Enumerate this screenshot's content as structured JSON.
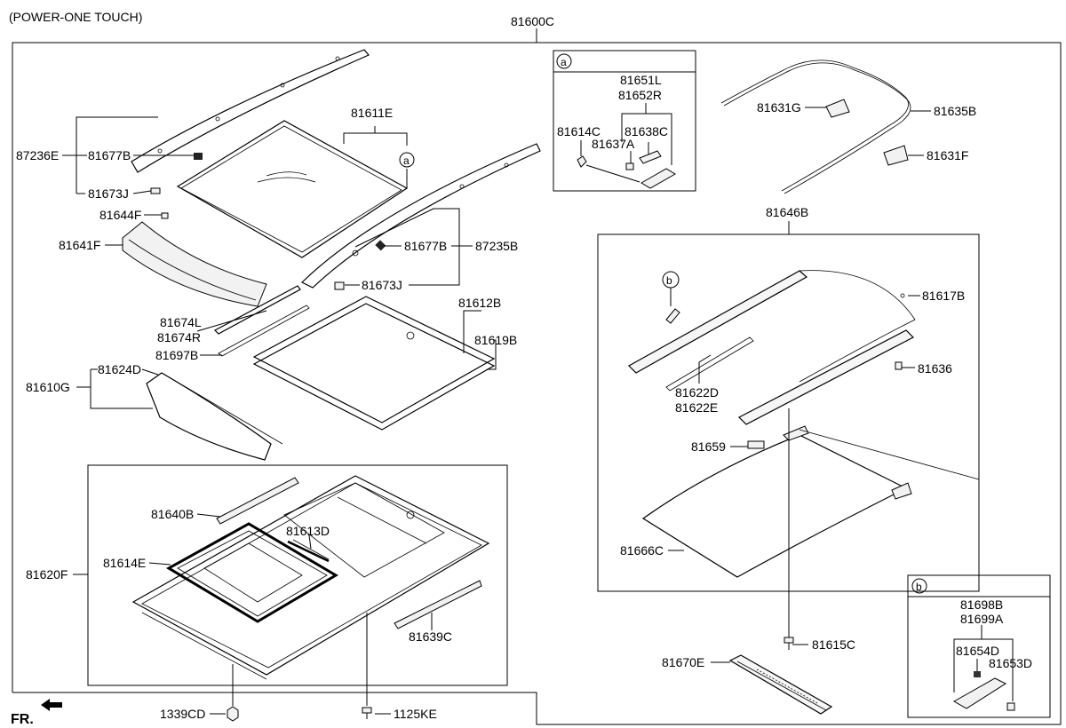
{
  "header": {
    "variant": "(POWER-ONE TOUCH)",
    "assembly_no": "81600C",
    "direction": "FR."
  },
  "callouts": {
    "a": "a",
    "b": "b"
  },
  "parts": {
    "p81611E": "81611E",
    "p87236E": "87236E",
    "p81677B_l": "81677B",
    "p81673J_l": "81673J",
    "p81644F": "81644F",
    "p81641F": "81641F",
    "p81677B_r": "81677B",
    "p87235B": "87235B",
    "p81673J_r": "81673J",
    "p81674L": "81674L",
    "p81674R": "81674R",
    "p81697B": "81697B",
    "p81612B": "81612B",
    "p81619B": "81619B",
    "p81610G": "81610G",
    "p81624D": "81624D",
    "p81640B": "81640B",
    "p81613D": "81613D",
    "p81614E": "81614E",
    "p81620F": "81620F",
    "p81639C": "81639C",
    "p1339CD": "1339CD",
    "p1125KE": "1125KE",
    "p81651L": "81651L",
    "p81652R": "81652R",
    "p81614C": "81614C",
    "p81638C": "81638C",
    "p81637A": "81637A",
    "p81631G": "81631G",
    "p81635B": "81635B",
    "p81631F": "81631F",
    "p81646B": "81646B",
    "p81617B": "81617B",
    "p81636": "81636",
    "p81622D": "81622D",
    "p81622E": "81622E",
    "p81659": "81659",
    "p81666C": "81666C",
    "p81615C": "81615C",
    "p81670E": "81670E",
    "p81698B": "81698B",
    "p81699A": "81699A",
    "p81654D": "81654D",
    "p81653D": "81653D"
  }
}
